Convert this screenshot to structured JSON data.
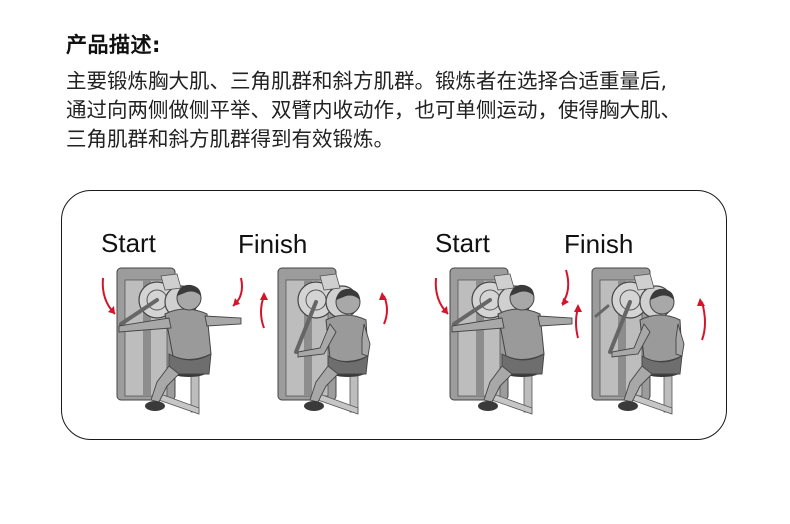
{
  "section": {
    "title": "产品描述:",
    "description_lines": [
      "主要锻炼胸大肌、三角肌群和斜方肌群。锻炼者在选择合适重量后,",
      "通过向两侧做侧平举、双臂内收动作，也可单侧运动，使得胸大肌、",
      "三角肌群和斜方肌群得到有效锻炼。"
    ]
  },
  "illustration": {
    "pairs": [
      {
        "start_label": "Start",
        "finish_label": "Finish"
      },
      {
        "start_label": "Start",
        "finish_label": "Finish"
      }
    ],
    "colors": {
      "arrow": "#d4142a",
      "machine": "#8a8a8a",
      "machine_light": "#bdbdbd",
      "shirt": "#9a9a9a",
      "shorts": "#6e6e6e",
      "skin": "#a8a8a8",
      "hair": "#3a3a3a",
      "outline": "#444444"
    }
  }
}
